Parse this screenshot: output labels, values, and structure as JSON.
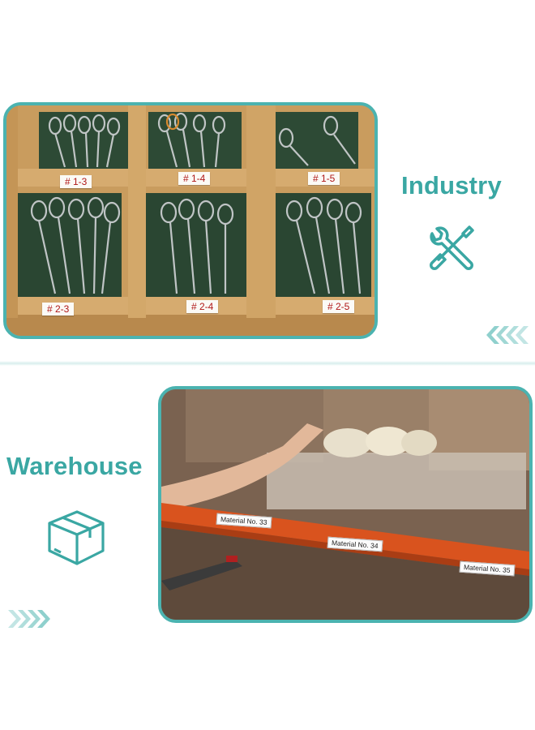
{
  "industry": {
    "title": "Industry",
    "icon": "wrench-screwdriver-icon",
    "bin_labels": [
      "# 1-3",
      "# 1-4",
      "# 1-5",
      "# 2-3",
      "# 2-4",
      "# 2-5"
    ]
  },
  "warehouse": {
    "title": "Warehouse",
    "icon": "box-icon",
    "shelf_labels": [
      "Material No. 33",
      "Material No. 34",
      "Material No. 35"
    ]
  },
  "colors": {
    "accent": "#4bb3b0",
    "text_accent": "#3aa7a3",
    "wood": "#c79a5c",
    "felt": "#2e4a36",
    "rack_orange": "#d9531e"
  }
}
